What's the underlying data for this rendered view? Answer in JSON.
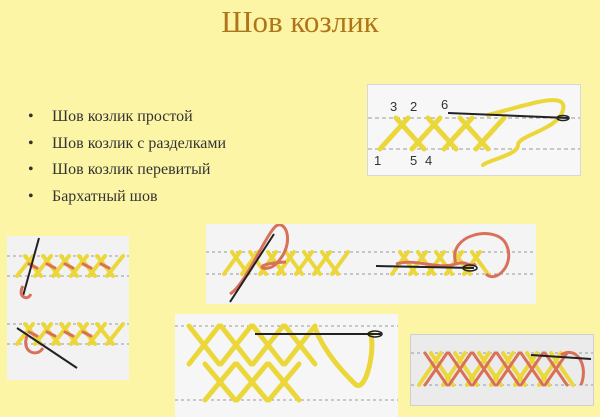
{
  "title": "Шов козлик",
  "bullets": [
    "Шов козлик простой",
    "Шов козлик с разделками",
    "Шов козлик перевитый",
    "Бархатный шов"
  ],
  "diagram_numbers": {
    "n3": "3",
    "n2": "2",
    "n6": "6",
    "n1": "1",
    "n5": "5",
    "n4": "4"
  },
  "colors": {
    "background": "#fdf5a6",
    "title": "#b0741a",
    "thread_yellow": "#ecd73a",
    "thread_red": "#d9705a"
  }
}
